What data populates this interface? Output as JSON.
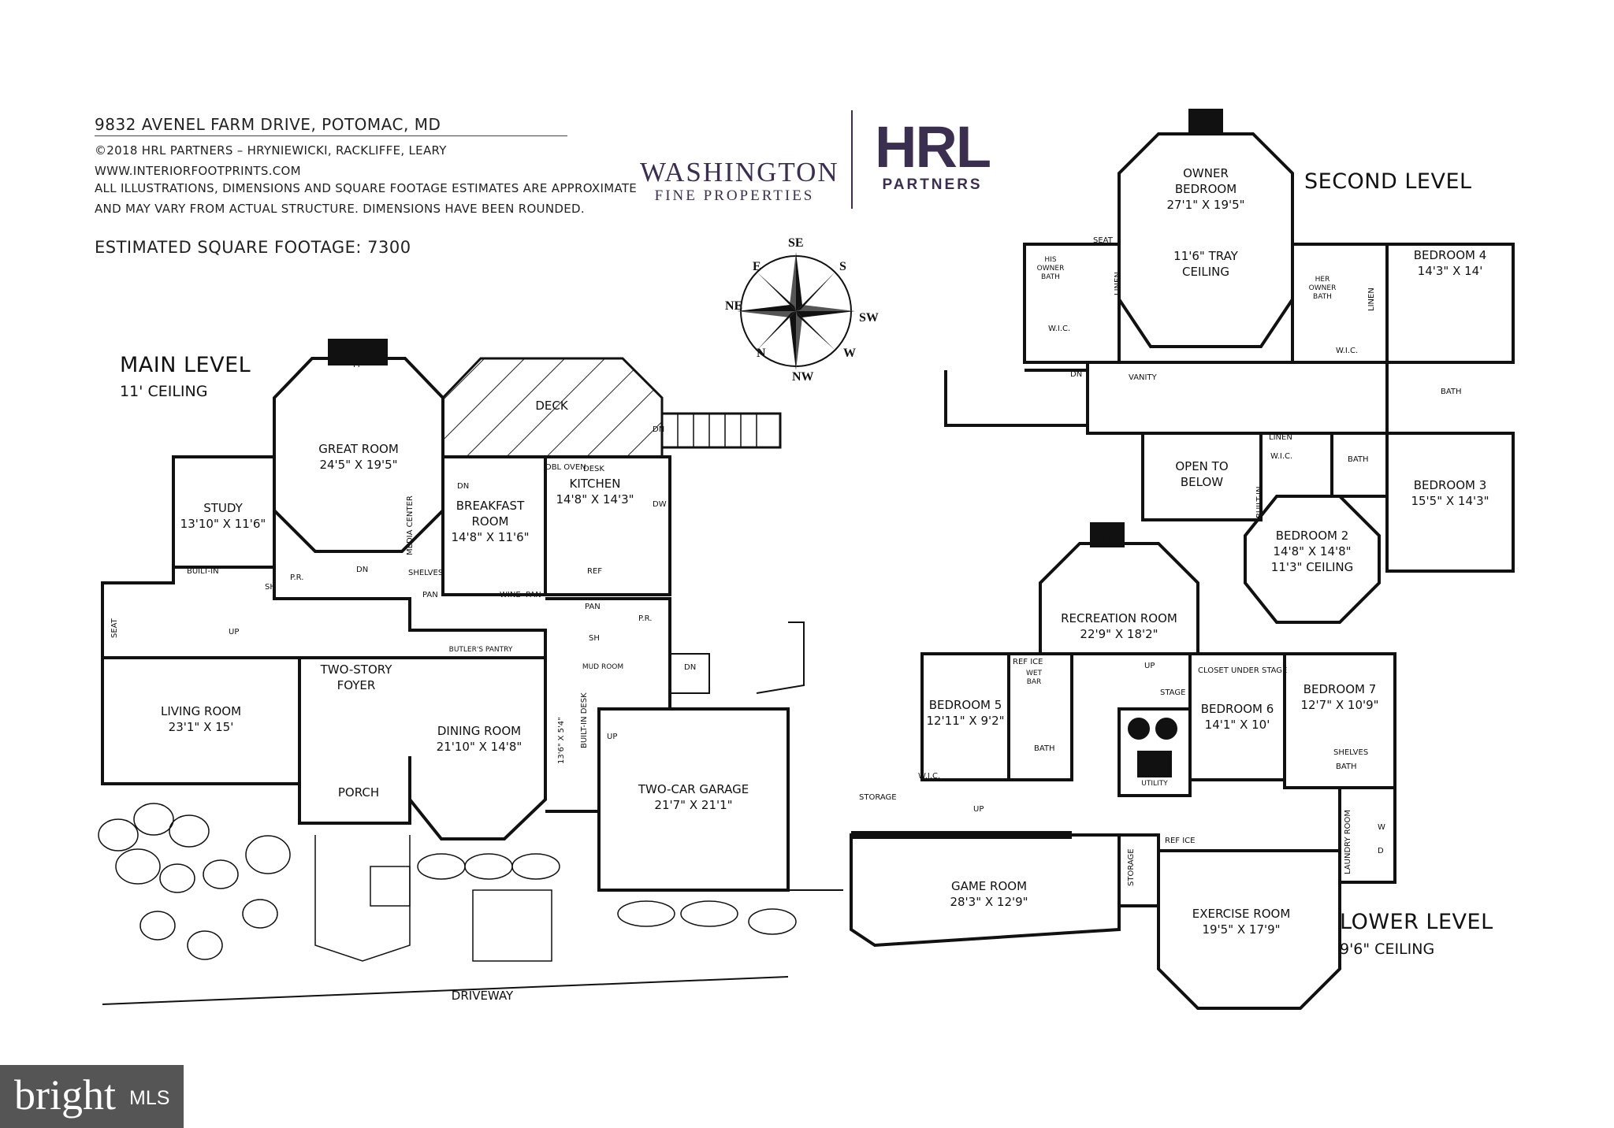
{
  "header": {
    "address": "9832 AVENEL FARM DRIVE, POTOMAC, MD",
    "copyright": "©2018 HRL PARTNERS – HRYNIEWICKI, RACKLIFFE, LEARY",
    "website": "WWW.INTERIORFOOTPRINTS.COM",
    "disclaimer_line1": "ALL ILLUSTRATIONS, DIMENSIONS AND SQUARE FOOTAGE ESTIMATES ARE APPROXIMATE",
    "disclaimer_line2": "AND MAY VARY FROM ACTUAL STRUCTURE. DIMENSIONS HAVE BEEN ROUNDED.",
    "square_footage": "ESTIMATED SQUARE FOOTAGE: 7300"
  },
  "logos": {
    "washington_line1": "WASHINGTON",
    "washington_line2": "FINE PROPERTIES",
    "hrl_line1": "HRL",
    "hrl_line2": "PARTNERS",
    "brand_color": "#3a2f4e",
    "watermark_brand": "bright",
    "watermark_mls": "MLS"
  },
  "compass": {
    "points": [
      "SE",
      "S",
      "SW",
      "W",
      "NW",
      "N",
      "NE",
      "E"
    ]
  },
  "main_level": {
    "title": "MAIN LEVEL",
    "ceiling": "11' CEILING",
    "rooms": {
      "great_room": {
        "name": "GREAT ROOM",
        "dims": "24'5\" X 19'5\""
      },
      "study": {
        "name": "STUDY",
        "dims": "13'10\" X 11'6\""
      },
      "breakfast": {
        "name_line1": "BREAKFAST",
        "name_line2": "ROOM",
        "dims": "14'8\" X 11'6\""
      },
      "kitchen": {
        "name": "KITCHEN",
        "dims": "14'8\" X 14'3\""
      },
      "deck": {
        "name": "DECK"
      },
      "foyer": {
        "name_line1": "TWO-STORY",
        "name_line2": "FOYER"
      },
      "living": {
        "name": "LIVING ROOM",
        "dims": "23'1\" X 15'"
      },
      "dining": {
        "name": "DINING ROOM",
        "dims": "21'10\" X 14'8\""
      },
      "porch": {
        "name": "PORCH"
      },
      "garage": {
        "name": "TWO-CAR GARAGE",
        "dims": "21'7\" X 21'1\""
      },
      "mud_room": {
        "name": "MUD ROOM"
      },
      "butlers_pantry": {
        "name": "BUTLER'S PANTRY"
      },
      "driveway": {
        "name": "DRIVEWAY"
      }
    },
    "labels": {
      "fp": "FP",
      "dn": "DN",
      "up": "UP",
      "pr": "P.R.",
      "sh": "SH",
      "pan": "PAN",
      "built_in": "BUILT-IN",
      "media_center": "MEDIA CENTER",
      "shelves": "SHELVES",
      "wine": "WINE",
      "ref": "REF",
      "dbl_oven": "DBL OVEN",
      "desk": "DESK",
      "dw": "DW",
      "seat": "SEAT",
      "built_in_desk": "BUILT-IN DESK",
      "hall_dims": "13'6\" X 5'4\""
    }
  },
  "second_level": {
    "title": "SECOND LEVEL",
    "rooms": {
      "owner": {
        "line1": "OWNER",
        "line2": "BEDROOM",
        "dims": "27'1\" X 19'5\"",
        "ceiling1": "11'6\" TRAY",
        "ceiling2": "CEILING"
      },
      "his_bath": {
        "line1": "HIS",
        "line2": "OWNER",
        "line3": "BATH"
      },
      "her_bath": {
        "line1": "HER",
        "line2": "OWNER",
        "line3": "BATH"
      },
      "bedroom4": {
        "name": "BEDROOM 4",
        "dims": "14'3\" X 14'"
      },
      "bedroom3": {
        "name": "BEDROOM 3",
        "dims": "15'5\" X 14'3\""
      },
      "bedroom2": {
        "name": "BEDROOM 2",
        "dims": "14'8\" X 14'8\"",
        "ceiling": "11'3\" CEILING"
      },
      "open_below": {
        "line1": "OPEN TO",
        "line2": "BELOW"
      }
    },
    "labels": {
      "wic": "W.I.C.",
      "linen": "LINEN",
      "vanity": "VANITY",
      "bath": "BATH",
      "seat": "SEAT",
      "built_in": "BUILT-IN"
    }
  },
  "lower_level": {
    "title": "LOWER LEVEL",
    "ceiling": "9'6\" CEILING",
    "rooms": {
      "recreation": {
        "name": "RECREATION ROOM",
        "dims": "22'9\" X 18'2\""
      },
      "bedroom5": {
        "name": "BEDROOM 5",
        "dims": "12'11\" X 9'2\""
      },
      "bedroom6": {
        "name": "BEDROOM 6",
        "dims": "14'1\" X 10'"
      },
      "bedroom7": {
        "name": "BEDROOM 7",
        "dims": "12'7\" X 10'9\""
      },
      "game": {
        "name": "GAME ROOM",
        "dims": "28'3\" X 12'9\""
      },
      "exercise": {
        "name": "EXERCISE ROOM",
        "dims": "19'5\" X 17'9\""
      },
      "utility": {
        "name": "UTILITY"
      }
    },
    "labels": {
      "wet_bar_1": "WET",
      "wet_bar_2": "BAR",
      "ref_ice": "REF ICE",
      "stage": "STAGE",
      "closet_stage": "CLOSET UNDER STAGE",
      "storage": "STORAGE",
      "laundry": "LAUNDRY ROOM",
      "w": "W",
      "d": "D",
      "bath": "BATH",
      "wic": "W.I.C.",
      "shelves": "SHELVES",
      "up": "UP"
    }
  }
}
